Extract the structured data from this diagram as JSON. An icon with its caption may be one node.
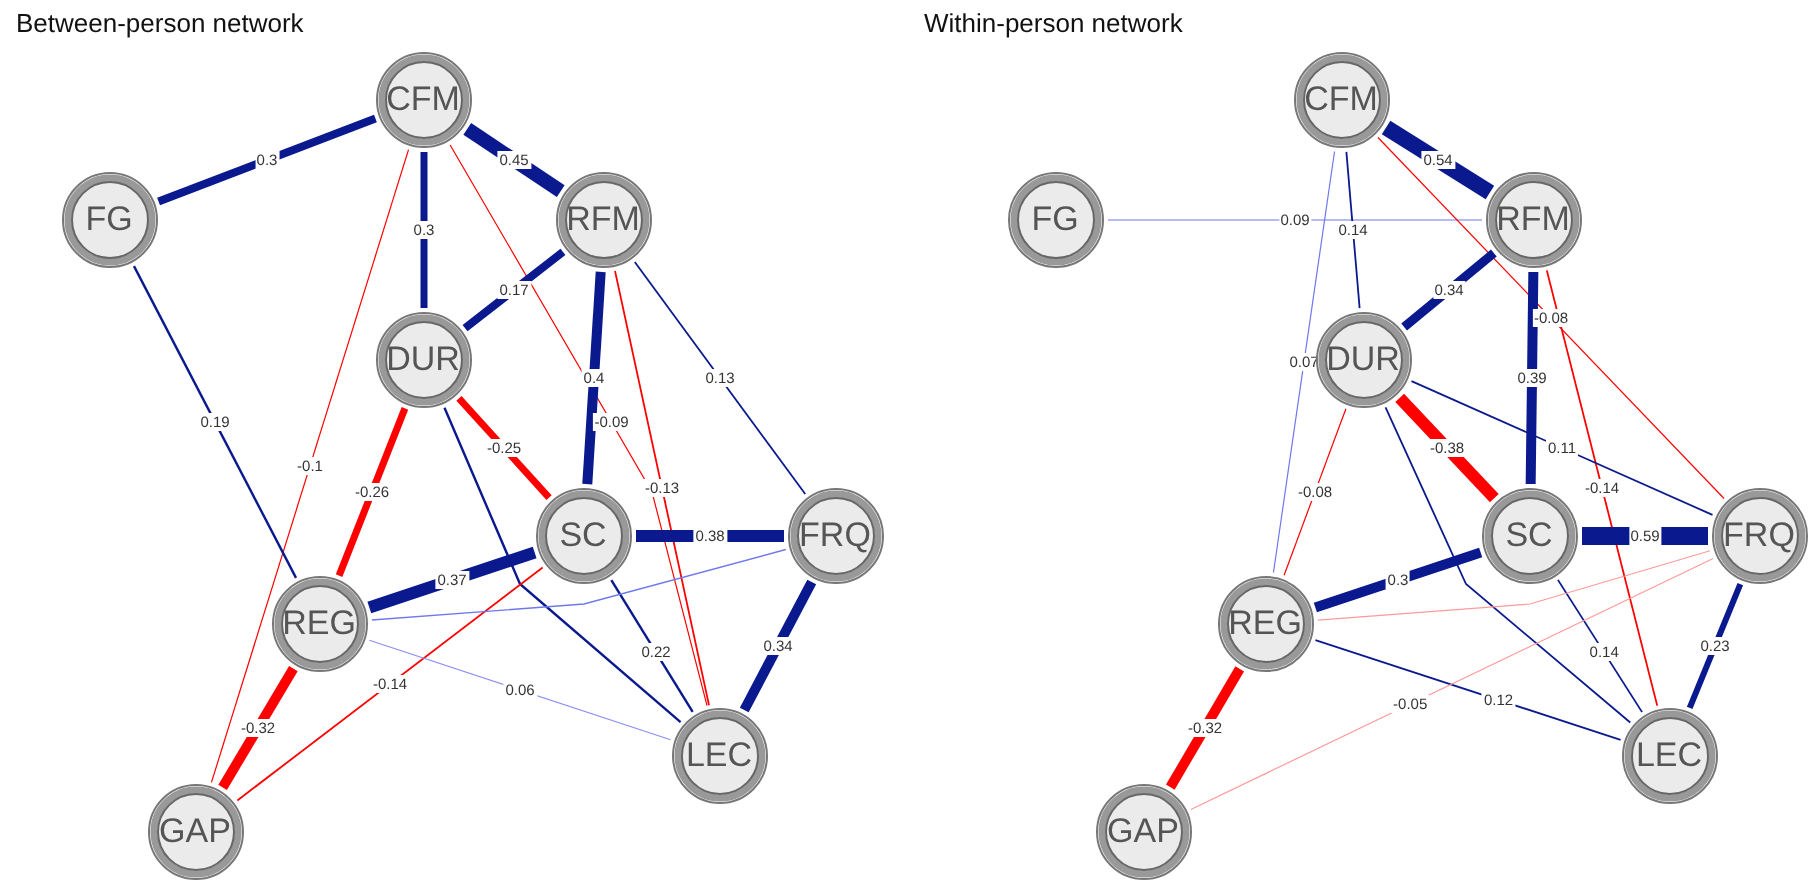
{
  "diagram": {
    "nodes": [
      {
        "text": [
          "CFM"
        ]
      },
      {
        "text": [
          "FG"
        ]
      },
      {
        "text": [
          "RFM"
        ]
      },
      {
        "text": [
          "DUR"
        ]
      },
      {
        "text": [
          "SC"
        ]
      },
      {
        "text": [
          "FRQ"
        ]
      },
      {
        "text": [
          "REG"
        ]
      },
      {
        "text": [
          "LEC"
        ]
      },
      {
        "text": [
          "GAP"
        ]
      },
      {
        "text": [
          "CFM"
        ]
      },
      {
        "text": [
          "FG"
        ]
      },
      {
        "text": [
          "RFM"
        ]
      },
      {
        "text": [
          "DUR"
        ]
      },
      {
        "text": [
          "SC"
        ]
      },
      {
        "text": [
          "FRQ"
        ]
      },
      {
        "text": [
          "REG"
        ]
      },
      {
        "text": [
          "LEC"
        ]
      },
      {
        "text": [
          "GAP"
        ]
      }
    ],
    "edges": [
      {
        "from": 0,
        "to": 1,
        "arrow": "none",
        "label": "0.3",
        "style": "thick"
      },
      {
        "from": 0,
        "to": 2,
        "arrow": "none",
        "label": "0.45",
        "style": "thick"
      },
      {
        "from": 0,
        "to": 3,
        "arrow": "none",
        "label": "0.3",
        "style": "thick"
      },
      {
        "from": 0,
        "to": 8,
        "arrow": "none",
        "label": "-0.1",
        "color": "#ff0000"
      },
      {
        "from": 0,
        "to": 7,
        "arrow": "none",
        "label": "-0.09",
        "color": "#ff0000"
      },
      {
        "from": 2,
        "to": 3,
        "arrow": "none",
        "label": "0.17",
        "style": "thick"
      },
      {
        "from": 2,
        "to": 4,
        "arrow": "none",
        "label": "0.4",
        "style": "thick"
      },
      {
        "from": 2,
        "to": 7,
        "arrow": "none",
        "label": "-0.13",
        "color": "#ff0000"
      },
      {
        "from": 2,
        "to": 5,
        "arrow": "none",
        "label": "0.13"
      },
      {
        "from": 1,
        "to": 6,
        "arrow": "none",
        "label": "0.19"
      },
      {
        "from": 3,
        "to": 6,
        "arrow": "none",
        "label": "-0.26",
        "style": "thick",
        "color": "#ff0000"
      },
      {
        "from": 3,
        "to": 4,
        "arrow": "none",
        "label": "-0.25",
        "style": "thick",
        "color": "#ff0000"
      },
      {
        "from": 3,
        "to": 7,
        "arrow": "none"
      },
      {
        "from": 4,
        "to": 5,
        "arrow": "none",
        "label": "0.38",
        "style": "thick"
      },
      {
        "from": 4,
        "to": 6,
        "arrow": "none",
        "label": "0.37",
        "style": "thick"
      },
      {
        "from": 4,
        "to": 8,
        "arrow": "none",
        "label": "-0.14",
        "color": "#ff0000"
      },
      {
        "from": 4,
        "to": 7,
        "arrow": "none",
        "label": "0.22"
      },
      {
        "from": 6,
        "to": 5,
        "arrow": "none",
        "color": "#6f78ee"
      },
      {
        "from": 6,
        "to": 7,
        "arrow": "none",
        "label": "0.06",
        "color": "#8a90f2"
      },
      {
        "from": 6,
        "to": 8,
        "arrow": "none",
        "label": "-0.32",
        "style": "thick",
        "color": "#ff0000"
      },
      {
        "from": 5,
        "to": 7,
        "arrow": "none",
        "label": "0.34",
        "style": "thick"
      },
      {
        "from": 9,
        "to": 11,
        "arrow": "none",
        "label": "0.54",
        "style": "thick"
      },
      {
        "from": 10,
        "to": 11,
        "arrow": "none",
        "label": "0.09",
        "color": "#6f78ee"
      },
      {
        "from": 9,
        "to": 12,
        "arrow": "none",
        "label": "0.14"
      },
      {
        "from": 9,
        "to": 15,
        "arrow": "none",
        "label": "0.07",
        "color": "#6f78ee"
      },
      {
        "from": 9,
        "to": 14,
        "arrow": "none",
        "label": "-0.08",
        "color": "#ff0000"
      },
      {
        "from": 11,
        "to": 12,
        "arrow": "none",
        "label": "0.34",
        "style": "thick"
      },
      {
        "from": 11,
        "to": 13,
        "arrow": "none",
        "label": "0.39",
        "style": "thick"
      },
      {
        "from": 11,
        "to": 16,
        "arrow": "none",
        "label": "-0.14",
        "color": "#ff0000"
      },
      {
        "from": 12,
        "to": 13,
        "arrow": "none",
        "label": "-0.38",
        "style": "thick",
        "color": "#ff0000"
      },
      {
        "from": 12,
        "to": 16,
        "arrow": "none"
      },
      {
        "from": 12,
        "to": 14,
        "arrow": "none",
        "label": "0.11"
      },
      {
        "from": 12,
        "to": 15,
        "arrow": "none",
        "label": "-0.08",
        "color": "#ff0000"
      },
      {
        "from": 13,
        "to": 15,
        "arrow": "none",
        "label": "0.3",
        "style": "thick"
      },
      {
        "from": 13,
        "to": 14,
        "arrow": "none",
        "label": "0.59",
        "style": "thick"
      },
      {
        "from": 13,
        "to": 16,
        "arrow": "none",
        "label": "0.14"
      },
      {
        "from": 15,
        "to": 14,
        "arrow": "none",
        "color": "#ff9a9a"
      },
      {
        "from": 15,
        "to": 16,
        "arrow": "none",
        "label": "0.12"
      },
      {
        "from": 15,
        "to": 17,
        "arrow": "none",
        "label": "-0.32",
        "style": "thick",
        "color": "#ff0000"
      },
      {
        "from": 17,
        "to": 14,
        "arrow": "none",
        "label": "-0.05",
        "color": "#ff9a9a"
      },
      {
        "from": 14,
        "to": 16,
        "arrow": "none",
        "label": "0.23",
        "style": "thick"
      }
    ],
    "labels": [
      "Between-person network",
      "Within-person network"
    ]
  }
}
